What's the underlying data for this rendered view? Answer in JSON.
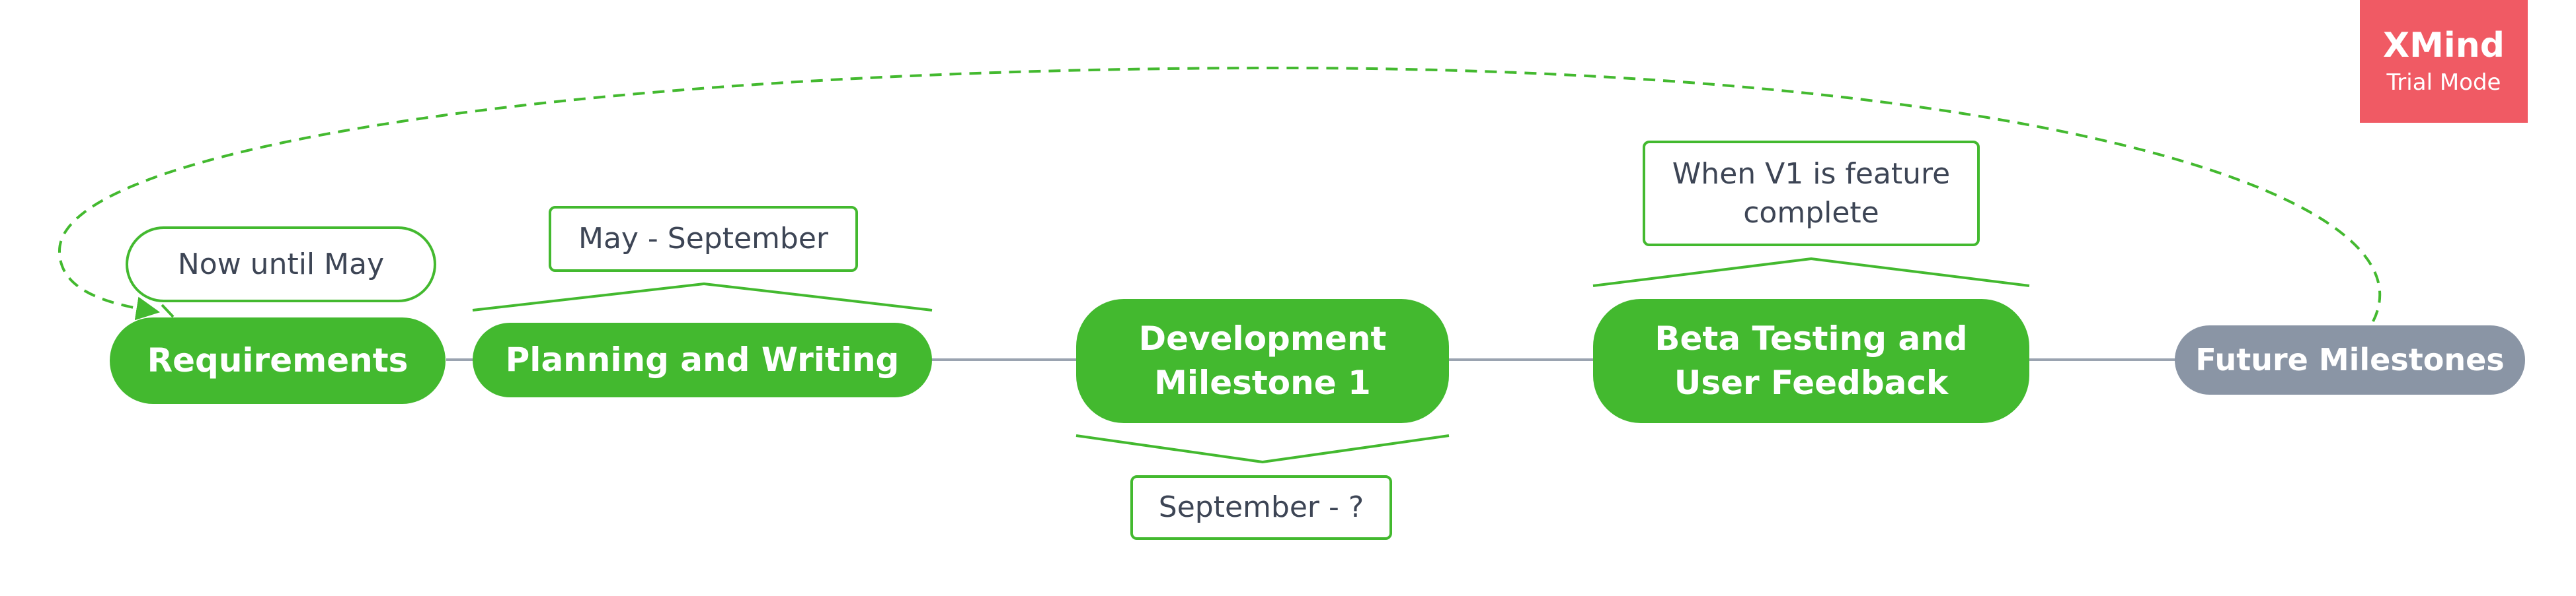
{
  "diagram": {
    "nodes": {
      "requirements": "Requirements",
      "planning": "Planning and Writing",
      "development": "Development Milestone 1",
      "beta": "Beta Testing and User Feedback",
      "future": "Future Milestones"
    },
    "callouts": {
      "requirements": "Now until May",
      "planning": "May - September",
      "development": "September - ?",
      "beta": "When V1 is feature complete"
    }
  },
  "badge": {
    "title": "XMind",
    "subtitle": "Trial Mode"
  },
  "colors": {
    "green": "#43b92f",
    "gray_node": "#8a95a5",
    "connector": "#9aa3b0",
    "text_dark": "#3d4555",
    "badge": "#f05a64"
  }
}
